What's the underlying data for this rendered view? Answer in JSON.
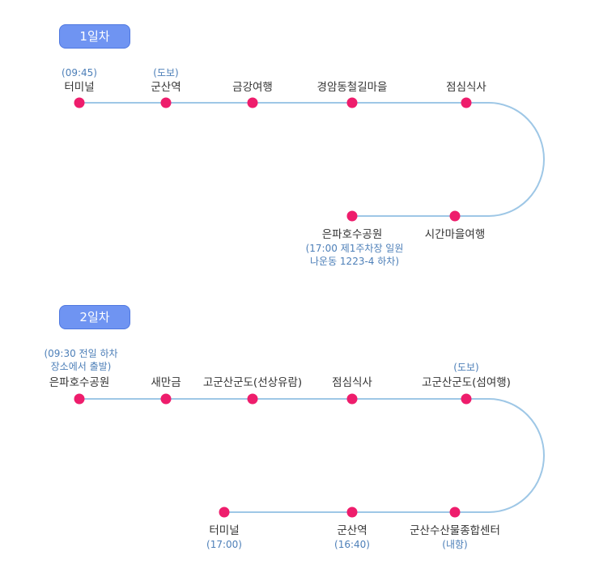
{
  "days": [
    {
      "badge": "1일차",
      "stops": [
        {
          "name": "터미널",
          "note": "(09:45)"
        },
        {
          "name": "군산역",
          "note": "(도보)"
        },
        {
          "name": "금강여행",
          "note": ""
        },
        {
          "name": "경암동철길마을",
          "note": ""
        },
        {
          "name": "점심식사",
          "note": ""
        },
        {
          "name": "시간마을여행",
          "note": ""
        },
        {
          "name": "은파호수공원",
          "note": "(17:00 제1주차장 일원",
          "note2": "나운동 1223-4 하차)"
        }
      ]
    },
    {
      "badge": "2일차",
      "stops": [
        {
          "name": "은파호수공원",
          "note": "(09:30 전일 하차",
          "note2": "장소에서 출발)"
        },
        {
          "name": "새만금",
          "note": ""
        },
        {
          "name": "고군산군도(선상유람)",
          "note": ""
        },
        {
          "name": "점심식사",
          "note": ""
        },
        {
          "name": "고군산군도(섬여행)",
          "note": "(도보)"
        },
        {
          "name": "군산수산물종합센터",
          "note": "(내항)"
        },
        {
          "name": "군산역",
          "note": "(16:40)"
        },
        {
          "name": "터미널",
          "note": "(17:00)"
        }
      ]
    }
  ],
  "colors": {
    "line": "#9ec7e6",
    "dot": "#ee1d6c",
    "badge": "#6f94f2",
    "note": "#4d7fb8"
  }
}
